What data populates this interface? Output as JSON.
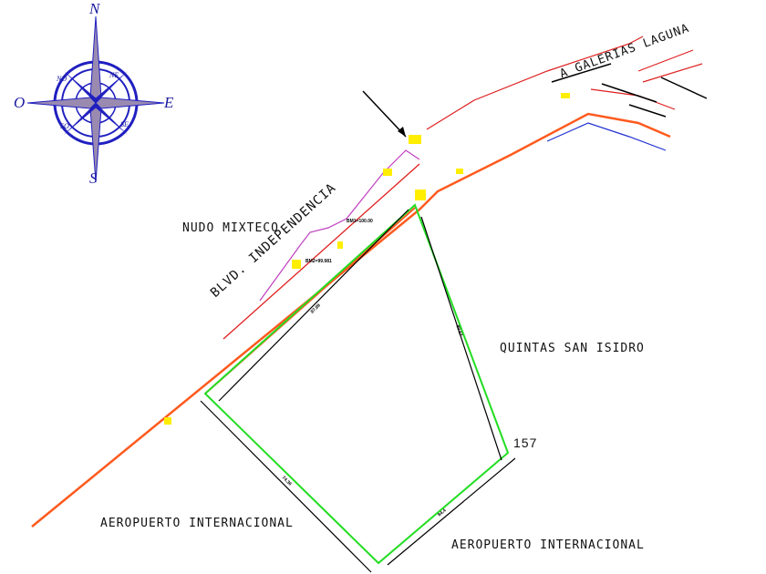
{
  "compass": {
    "north": "N",
    "south": "S",
    "east": "E",
    "west": "O",
    "ne": "NE",
    "no": "NO",
    "se": "SE",
    "so": "SO"
  },
  "labels": {
    "nudo": "NUDO MIXTECO",
    "blvd": "BLVD. INDEPENDENCIA",
    "galerias": "A GALERIAS LAGUNA",
    "quintas": "QUINTAS SAN ISIDRO",
    "aeropuerto_left": "AEROPUERTO INTERNACIONAL",
    "aeropuerto_right": "AEROPUERTO INTERNACIONAL",
    "point_157": "157",
    "bm1": "BM1=100.00",
    "bm2": "BM2=99.981"
  },
  "dimensions": {
    "top_left": "87.89",
    "right": "80.57",
    "bottom_left": "74.36",
    "bottom_right": "84.4"
  },
  "colors": {
    "road": "#ff5a1e",
    "red": "#e02020",
    "boundary": "#22dd22",
    "dim": "#000000",
    "compass": "#2020c0",
    "pink": "#c040c0",
    "marker": "#ffee00"
  }
}
